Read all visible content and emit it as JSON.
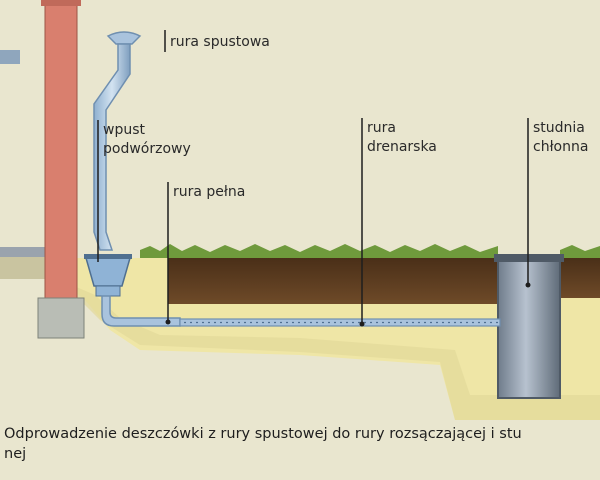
{
  "labels": {
    "downpipe": "rura spustowa",
    "yard_inlet_line1": "wpust",
    "yard_inlet_line2": "podwórzowy",
    "solid_pipe": "rura pełna",
    "drain_pipe_line1": "rura",
    "drain_pipe_line2": "drenarska",
    "soakaway_line1": "studnia",
    "soakaway_line2": "chłonna"
  },
  "caption": {
    "line1": "Odprowadzenie deszczówki z rury spustowej do rury rozsączającej i stu",
    "line2": "nej"
  },
  "colors": {
    "background": "#e9e6cf",
    "brick_wall": "#d97f6e",
    "concrete": "#b9bdb5",
    "soil": "#5a3b20",
    "sand": "#efe6a6",
    "grass": "#6f9a3c",
    "pipe": "#a9c3dd",
    "pipe_stroke": "#6f8fb0",
    "well": "#8a97a6"
  }
}
